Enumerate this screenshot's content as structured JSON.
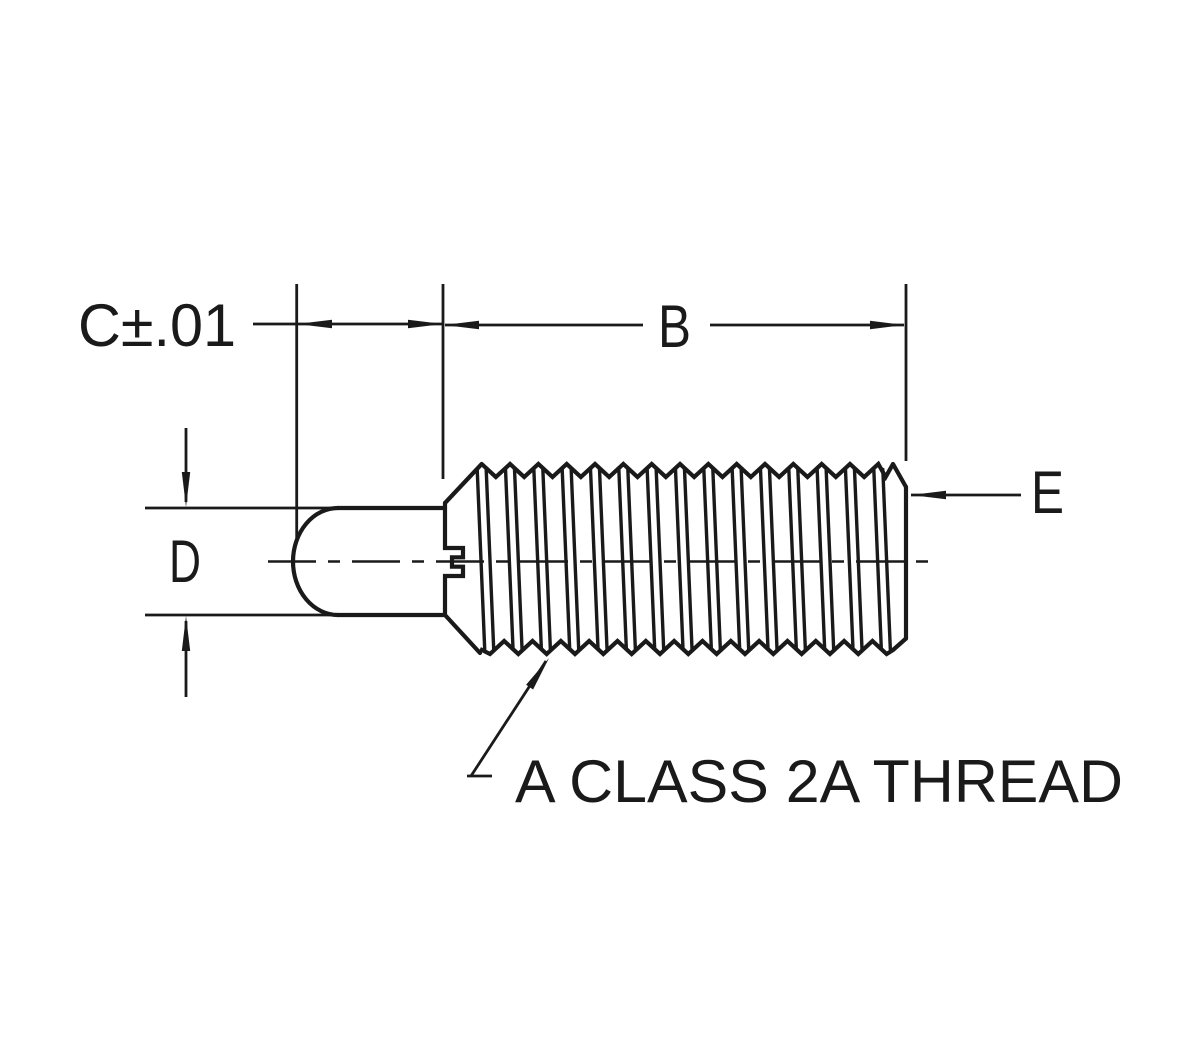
{
  "drawing": {
    "dim_c_label": "C±.01",
    "dim_b_label": "B",
    "dim_d_label": "D",
    "dim_e_label": "E",
    "thread_note": "A CLASS 2A THREAD"
  },
  "colors": {
    "line": "#1a1a1a",
    "background": "#ffffff"
  }
}
